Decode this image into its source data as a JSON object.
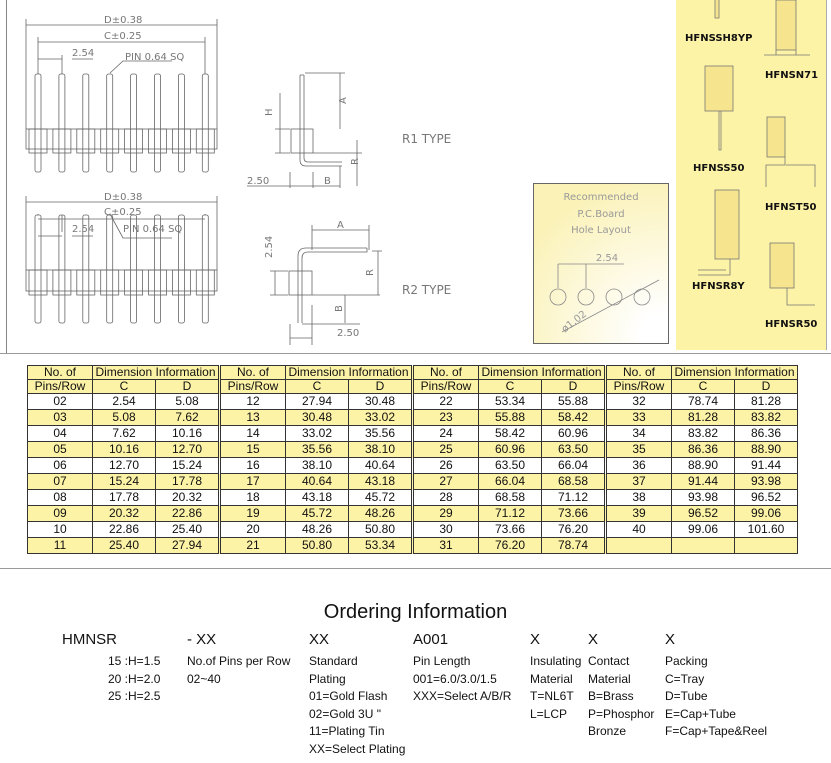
{
  "drawing": {
    "dim_d": "D±0.38",
    "dim_c": "C±0.25",
    "pitch": "2.54",
    "pin_note": "PIN 0.64 SQ",
    "r1": {
      "type_label": "R1 TYPE",
      "h": "H",
      "a": "A",
      "r": "R",
      "b": "B",
      "offset": "2.50"
    },
    "r2": {
      "type_label": "R2 TYPE",
      "a": "A",
      "r": "R",
      "b": "B",
      "height": "2.54",
      "offset": "2.50"
    },
    "pcb": {
      "line1": "Recommended",
      "line2": "P.C.Board",
      "line3": "Hole Layout",
      "pitch": "2.54",
      "hole": "ø1.02"
    }
  },
  "mating_parts": [
    "HFNSSH8YP",
    "HFNSN71",
    "HFNSS50",
    "HFNST50",
    "HFNSR8Y",
    "HFNSR50"
  ],
  "table": {
    "header_pins": [
      "No. of",
      "Pins/Row"
    ],
    "header_dim": "Dimension Information",
    "header_c": "C",
    "header_d": "D",
    "groups": [
      [
        [
          "02",
          "2.54",
          "5.08"
        ],
        [
          "03",
          "5.08",
          "7.62"
        ],
        [
          "04",
          "7.62",
          "10.16"
        ],
        [
          "05",
          "10.16",
          "12.70"
        ],
        [
          "06",
          "12.70",
          "15.24"
        ],
        [
          "07",
          "15.24",
          "17.78"
        ],
        [
          "08",
          "17.78",
          "20.32"
        ],
        [
          "09",
          "20.32",
          "22.86"
        ],
        [
          "10",
          "22.86",
          "25.40"
        ],
        [
          "11",
          "25.40",
          "27.94"
        ]
      ],
      [
        [
          "12",
          "27.94",
          "30.48"
        ],
        [
          "13",
          "30.48",
          "33.02"
        ],
        [
          "14",
          "33.02",
          "35.56"
        ],
        [
          "15",
          "35.56",
          "38.10"
        ],
        [
          "16",
          "38.10",
          "40.64"
        ],
        [
          "17",
          "40.64",
          "43.18"
        ],
        [
          "18",
          "43.18",
          "45.72"
        ],
        [
          "19",
          "45.72",
          "48.26"
        ],
        [
          "20",
          "48.26",
          "50.80"
        ],
        [
          "21",
          "50.80",
          "53.34"
        ]
      ],
      [
        [
          "22",
          "53.34",
          "55.88"
        ],
        [
          "23",
          "55.88",
          "58.42"
        ],
        [
          "24",
          "58.42",
          "60.96"
        ],
        [
          "25",
          "60.96",
          "63.50"
        ],
        [
          "26",
          "63.50",
          "66.04"
        ],
        [
          "27",
          "66.04",
          "68.58"
        ],
        [
          "28",
          "68.58",
          "71.12"
        ],
        [
          "29",
          "71.12",
          "73.66"
        ],
        [
          "30",
          "73.66",
          "76.20"
        ],
        [
          "31",
          "76.20",
          "78.74"
        ]
      ],
      [
        [
          "32",
          "78.74",
          "81.28"
        ],
        [
          "33",
          "81.28",
          "83.82"
        ],
        [
          "34",
          "83.82",
          "86.36"
        ],
        [
          "35",
          "86.36",
          "88.90"
        ],
        [
          "36",
          "88.90",
          "91.44"
        ],
        [
          "37",
          "91.44",
          "93.98"
        ],
        [
          "38",
          "93.98",
          "96.52"
        ],
        [
          "39",
          "96.52",
          "99.06"
        ],
        [
          "40",
          "99.06",
          "101.60"
        ],
        [
          "",
          "",
          ""
        ]
      ]
    ]
  },
  "ordering": {
    "title": "Ordering Information",
    "columns": [
      {
        "head": "HMNSR",
        "lines": []
      },
      {
        "head": "",
        "lines": [
          "15 :H=1.5",
          "20 :H=2.0",
          "25 :H=2.5"
        ]
      },
      {
        "head": "- XX",
        "lines": [
          "No.of Pins per Row",
          "02~40"
        ]
      },
      {
        "head": "XX",
        "lines": [
          "Standard",
          "Plating",
          "01=Gold Flash",
          "02=Gold 3U \"",
          "11=Plating Tin",
          "XX=Select Plating"
        ]
      },
      {
        "head": "A001",
        "lines": [
          "Pin Length",
          "001=6.0/3.0/1.5",
          "XXX=Select A/B/R"
        ]
      },
      {
        "head": "X",
        "lines": [
          "Insulating",
          "Material",
          "T=NL6T",
          "L=LCP"
        ]
      },
      {
        "head": "X",
        "lines": [
          "Contact",
          "Material",
          "B=Brass",
          "P=Phosphor",
          "Bronze"
        ]
      },
      {
        "head": "X",
        "lines": [
          "Packing",
          "C=Tray",
          "D=Tube",
          "E=Cap+Tube",
          "F=Cap+Tape&Reel"
        ]
      }
    ]
  }
}
